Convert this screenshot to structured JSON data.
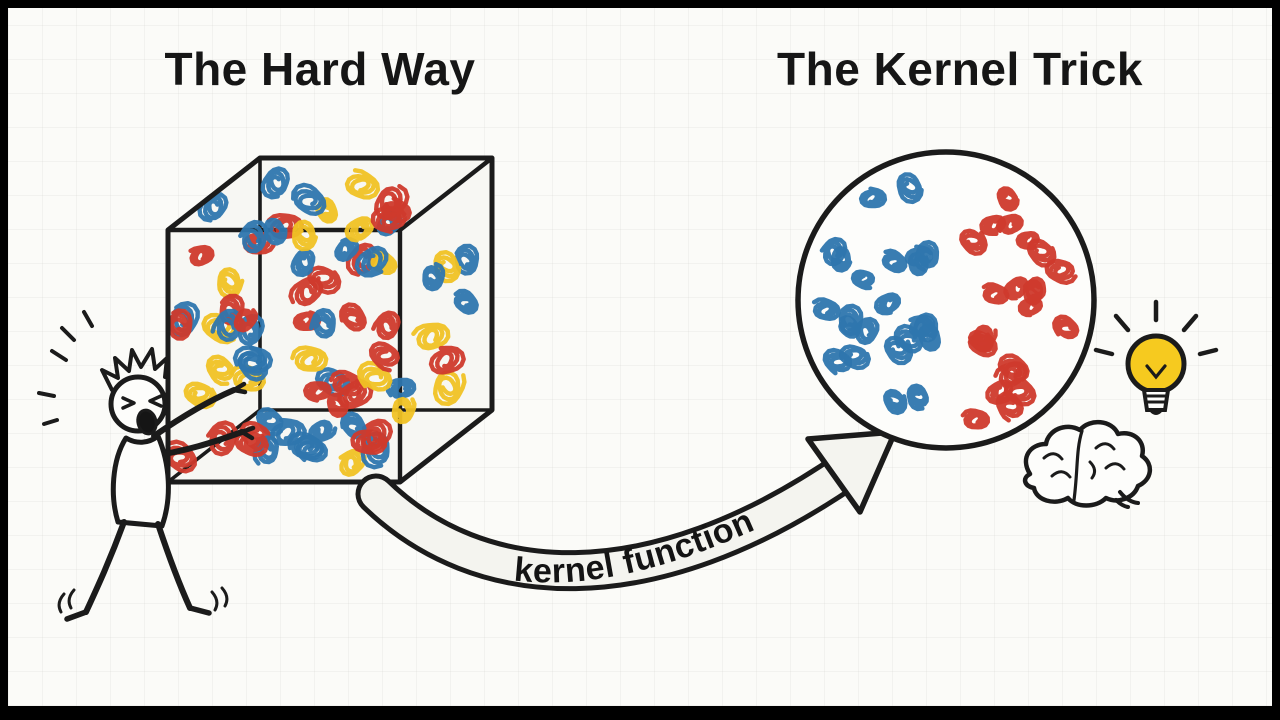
{
  "scene": {
    "left_heading": "The Hard Way",
    "right_heading": "The Kernel Trick",
    "arrow_label": "kernel function"
  },
  "colors": {
    "ink": "#1b1b1b",
    "blue": "#2e76ae",
    "red": "#cf3a2c",
    "yellow": "#f0c224",
    "paper": "#fbfbf8",
    "band_fill": "#f4f4ef",
    "bulb_yellow": "#f6ca1f"
  },
  "illustration": {
    "cube_points": {
      "blue": 28,
      "red": 27,
      "yellow": 17
    },
    "circle_points": {
      "blue": 23,
      "red": 22
    },
    "icons": {
      "person": "struggling-person-icon",
      "bulb": "lightbulb-icon",
      "brain": "brain-icon",
      "cube": "mixed-data-cube",
      "circle": "separated-data-circle",
      "arrow": "kernel-function-arrow"
    }
  }
}
